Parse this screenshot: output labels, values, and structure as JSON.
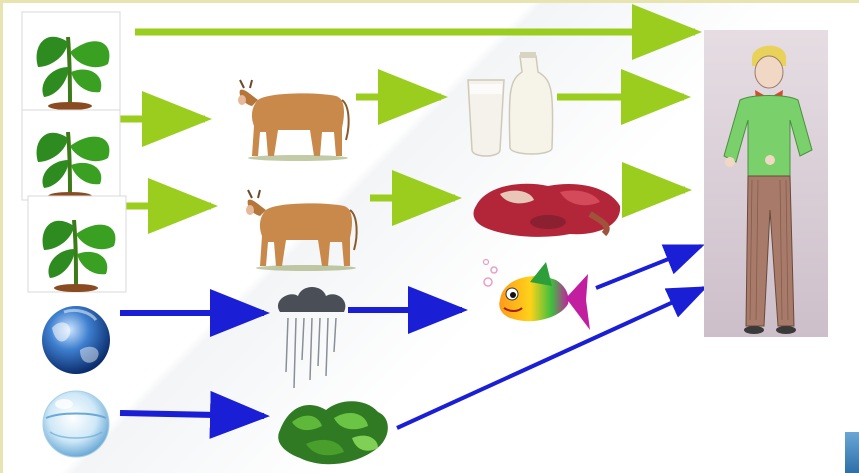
{
  "diagram": {
    "nodes": [
      {
        "id": "plant1",
        "icon": "plant-icon"
      },
      {
        "id": "plant2",
        "icon": "plant-icon"
      },
      {
        "id": "plant3",
        "icon": "plant-icon"
      },
      {
        "id": "earth",
        "icon": "earth-globe-icon"
      },
      {
        "id": "water",
        "icon": "water-sphere-icon"
      },
      {
        "id": "cow1",
        "icon": "cow-icon"
      },
      {
        "id": "cow2",
        "icon": "cow-icon"
      },
      {
        "id": "cloud",
        "icon": "rain-cloud-icon"
      },
      {
        "id": "seaweed",
        "icon": "seaweed-icon"
      },
      {
        "id": "milk",
        "icon": "milk-bottles-icon"
      },
      {
        "id": "meat",
        "icon": "meat-icon"
      },
      {
        "id": "fish",
        "icon": "fish-icon"
      },
      {
        "id": "person",
        "icon": "person-drawing-icon"
      }
    ],
    "edges": [
      {
        "from": "plant1",
        "to": "person",
        "color": "green"
      },
      {
        "from": "plant2",
        "to": "cow1",
        "color": "green"
      },
      {
        "from": "cow1",
        "to": "milk",
        "color": "green"
      },
      {
        "from": "milk",
        "to": "person",
        "color": "green"
      },
      {
        "from": "plant3",
        "to": "cow2",
        "color": "green"
      },
      {
        "from": "cow2",
        "to": "meat",
        "color": "green"
      },
      {
        "from": "meat",
        "to": "person",
        "color": "green"
      },
      {
        "from": "earth",
        "to": "cloud",
        "color": "blue"
      },
      {
        "from": "cloud",
        "to": "fish",
        "color": "blue"
      },
      {
        "from": "fish",
        "to": "person",
        "color": "blue"
      },
      {
        "from": "water",
        "to": "seaweed",
        "color": "blue"
      },
      {
        "from": "seaweed",
        "to": "person",
        "color": "blue"
      }
    ]
  },
  "colors": {
    "green_arrow": "#9acd1e",
    "blue_arrow": "#1a1fd6",
    "frame": "#e8e4b0"
  }
}
